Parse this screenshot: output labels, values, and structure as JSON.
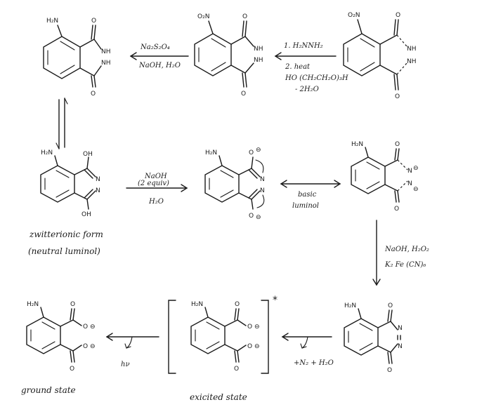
{
  "molecules": {
    "nitrophthalic": {
      "substituent": "O₂N",
      "o_top": "O",
      "o_bottom": "O",
      "nh1": "NH",
      "nh2": "NH"
    },
    "nitrohydrazide": {
      "substituent": "O₂N",
      "o_top": "O",
      "o_bottom": "O",
      "nh1": "NH",
      "nh2": "NH"
    },
    "luminol": {
      "substituent": "H₂N",
      "o_top": "O",
      "o_bottom": "O",
      "nh1": "NH",
      "nh2": "NH"
    },
    "zwitterion": {
      "substituent": "H₂N",
      "oh_top": "OH",
      "oh_bottom": "OH",
      "n1": "N",
      "n2": "N"
    },
    "dianion": {
      "substituent": "H₂N",
      "o_top": "O",
      "o_bottom": "O",
      "n1": "N",
      "n2": "N",
      "charge": "⊖"
    },
    "basic_luminol": {
      "substituent": "H₂N",
      "o_top": "O",
      "o_bottom": "O",
      "n1": "N",
      "n2": "N",
      "charge": "⊖"
    },
    "azaquinone": {
      "substituent": "H₂N",
      "o_top": "O",
      "o_bottom": "O",
      "n1": "N",
      "n2": "N"
    },
    "excited": {
      "substituent": "H₂N",
      "o_top": "O",
      "o_bottom": "O",
      "charge": "⊖",
      "star": "*"
    },
    "ground": {
      "substituent": "H₂N",
      "o_top": "O",
      "o_bottom": "O",
      "charge": "⊖"
    }
  },
  "conditions": {
    "step1_line1": "1. H₂NNH₂",
    "step1_line2": "2. heat",
    "step1_line3": "HO (CH₂CH₂O)₃H",
    "step1_line4": "- 2H₂O",
    "step2_line1": "Na₂S₂O₄",
    "step2_line2": "NaOH, H₂O",
    "step3_line1": "NaOH",
    "step3_line2": "(2 equiv)",
    "step3_line3": "H₂O",
    "resonance_line1": "basic",
    "resonance_line2": "luminol",
    "step4_line1": "NaOH, H₂O₂",
    "step4_line2": "K₂ Fe (CN)₆",
    "step5_line1": "+N₂ + H₂O",
    "step6_line1": "hν"
  },
  "captions": {
    "zwitterion_1": "zwitterionic form",
    "zwitterion_2": "(neutral luminol)",
    "excited": "exicited state",
    "ground": "ground state"
  }
}
